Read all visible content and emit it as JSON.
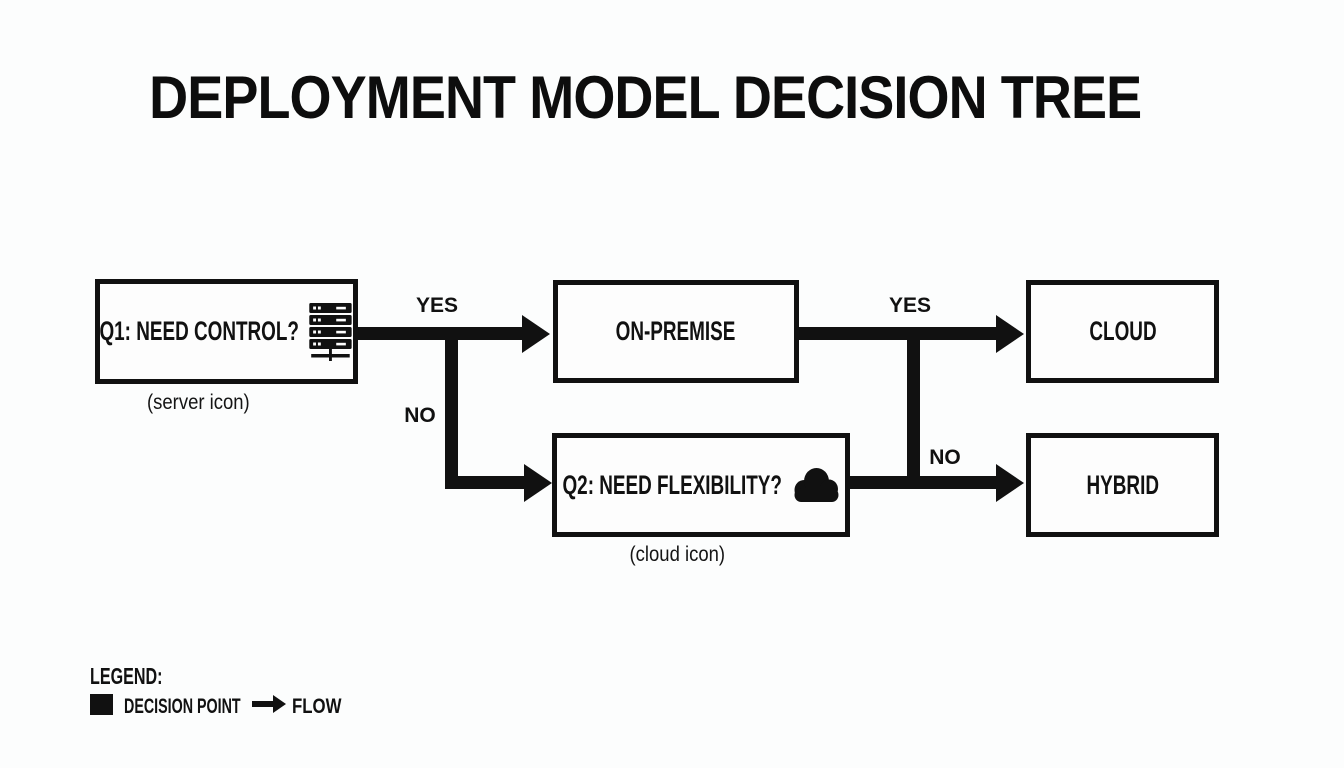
{
  "title": "DEPLOYMENT MODEL DECISION TREE",
  "diagram_type": "decision-tree",
  "nodes": {
    "q1": {
      "label": "Q1: NEED CONTROL?",
      "icon": "server-icon",
      "caption": "(server icon)",
      "kind": "decision"
    },
    "on_premise": {
      "label": "ON-PREMISE",
      "kind": "outcome"
    },
    "q2": {
      "label": "Q2: NEED FLEXIBILITY?",
      "icon": "cloud-icon",
      "caption": "(cloud icon)",
      "kind": "decision"
    },
    "cloud": {
      "label": "CLOUD",
      "kind": "outcome"
    },
    "hybrid": {
      "label": "HYBRID",
      "kind": "outcome"
    }
  },
  "edges": [
    {
      "from": "q1",
      "to": "on_premise",
      "label": "YES"
    },
    {
      "from": "q1",
      "to": "q2",
      "label": "NO"
    },
    {
      "from": "on_premise",
      "to": "cloud",
      "label": "YES"
    },
    {
      "from": "q2",
      "to": "hybrid",
      "label": "NO"
    }
  ],
  "legend": {
    "title": "LEGEND:",
    "items": [
      {
        "swatch": "filled-square",
        "label": "DECISION POINT"
      },
      {
        "swatch": "arrow",
        "label": "FLOW"
      }
    ]
  },
  "colors": {
    "ink": "#111111",
    "background": "#fcfdfd",
    "box_fill": "#fdfdfd"
  }
}
